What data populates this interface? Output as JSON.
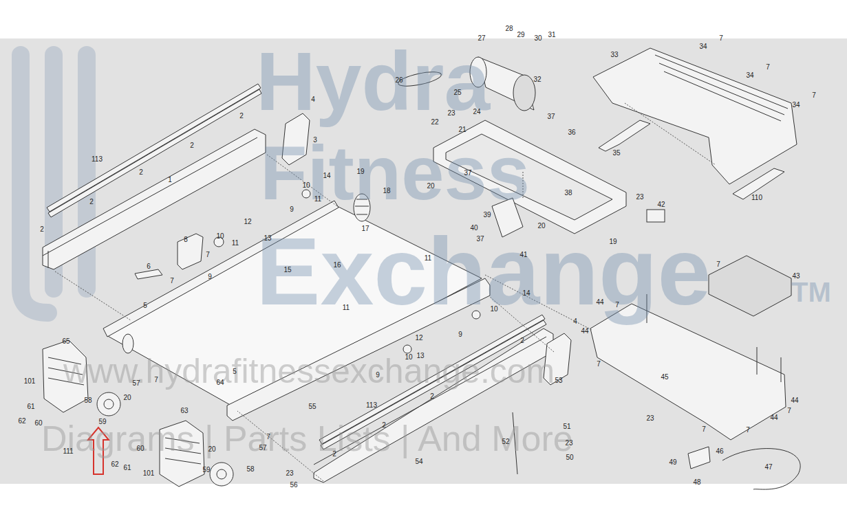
{
  "diagram": {
    "labels": [
      "27",
      "28",
      "29",
      "30",
      "31",
      "26",
      "25",
      "32",
      "33",
      "34",
      "7",
      "34",
      "7",
      "34",
      "7",
      "35",
      "110",
      "22",
      "23",
      "21",
      "24",
      "37",
      "36",
      "20",
      "37",
      "38",
      "39",
      "23",
      "42",
      "40",
      "20",
      "19",
      "37",
      "41",
      "43",
      "7",
      "14",
      "44",
      "7",
      "4",
      "44",
      "7",
      "45",
      "44",
      "7",
      "44",
      "7",
      "23",
      "7",
      "46",
      "49",
      "48",
      "47",
      "52",
      "51",
      "23",
      "50",
      "113",
      "1",
      "2",
      "2",
      "2",
      "2",
      "2",
      "4",
      "3",
      "14",
      "11",
      "10",
      "19",
      "18",
      "17",
      "9",
      "12",
      "13",
      "10",
      "11",
      "8",
      "7",
      "7",
      "9",
      "15",
      "6",
      "5",
      "16",
      "11",
      "11",
      "10",
      "9",
      "12",
      "13",
      "10",
      "9",
      "65",
      "57",
      "7",
      "58",
      "101",
      "61",
      "60",
      "62",
      "59",
      "20",
      "5",
      "64",
      "55",
      "2",
      "113",
      "2",
      "53",
      "54",
      "2",
      "2",
      "63",
      "7",
      "20",
      "57",
      "59",
      "58",
      "23",
      "56",
      "111",
      "61",
      "60",
      "62",
      "101",
      "Hydra",
      "Fitness",
      "Exchange",
      "TM",
      "www.hydrafitnessexchange.com",
      "Diagrams | Parts Lists | And More"
    ]
  }
}
